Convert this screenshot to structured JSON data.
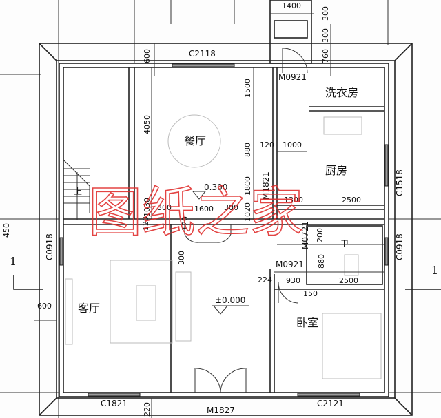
{
  "rooms": {
    "dining": "餐厅",
    "laundry": "洗衣房",
    "kitchen": "厨房",
    "bathroom": "卫",
    "living": "客厅",
    "bedroom": "卧室",
    "stair_up": "上"
  },
  "openings": {
    "c2118": "C2118",
    "m0921_top": "M0921",
    "m1821": "M1821",
    "c1518": "C1518",
    "c0918_left": "C0918",
    "c0918_right": "C0918",
    "m0721": "M0721",
    "m0921_bed": "M0921",
    "c1821": "C1821",
    "m1827": "M1827",
    "c2121": "C2121"
  },
  "levels": {
    "dining": "0.300",
    "hall": "±0.000"
  },
  "section_marks": {
    "left": "1",
    "right": "1"
  },
  "dimensions": {
    "d1400": "1400",
    "d300a": "300",
    "d300b": "300",
    "d760": "760",
    "d600top": "600",
    "d1500": "1500",
    "d4050": "4050",
    "d880": "880",
    "d120a": "120",
    "d1000": "1000",
    "d1800": "1800",
    "d1300": "1300",
    "d2500a": "2500",
    "d1030": "1030",
    "d1020": "1020",
    "d300c": "300",
    "d1600": "1600",
    "d300d": "300",
    "d120b": "120",
    "d120c": "120",
    "d450": "450",
    "d300e": "300",
    "d200": "200",
    "d880b": "880",
    "d224": "224",
    "d930": "930",
    "d2500b": "2500",
    "d150": "150",
    "d600left": "600",
    "d220": "220"
  },
  "watermark": "图纸之家",
  "colors": {
    "watermark": "#e0302f",
    "walls": "#222222"
  }
}
